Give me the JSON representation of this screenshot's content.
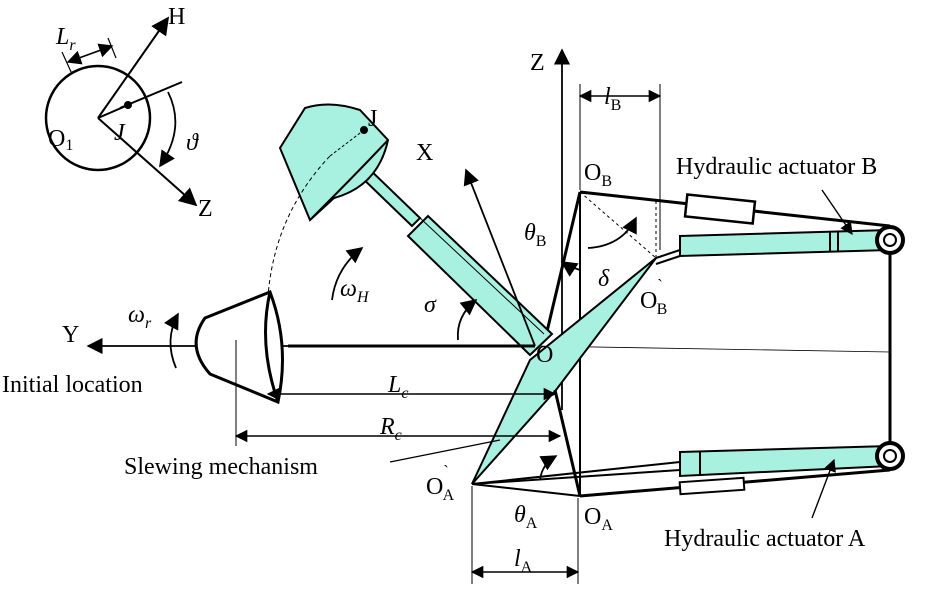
{
  "colors": {
    "stroke": "#000000",
    "fill_cyan": "#a8f0e0",
    "background": "#ffffff"
  },
  "inset": {
    "Lr": "L",
    "Lr_sub": "r",
    "H": "H",
    "O1": "O",
    "O1_sub": "1",
    "J": "J",
    "theta": "ϑ",
    "Z": "Z"
  },
  "labels": {
    "Z": "Z",
    "lB": "l",
    "lB_sub": "B",
    "OB": "O",
    "OB_sub": "B",
    "hydraulic_B": "Hydraulic actuator B",
    "J": "J",
    "X": "X",
    "thetaB": "θ",
    "thetaB_sub": "B",
    "delta": "δ",
    "OBp": "O",
    "OBp_sup": "`",
    "OBp_sub": "B",
    "omegaH": "ω",
    "omegaH_sub": "H",
    "Y": "Y",
    "omegar": "ω",
    "omegar_sub": "r",
    "sigma": "σ",
    "O": "O",
    "initial_location": "Initial location",
    "Lc": "L",
    "Lc_sub": "c",
    "Rc": "R",
    "Rc_sub": "c",
    "slewing": "Slewing mechanism",
    "OAp": "O",
    "OAp_sup": "`",
    "OAp_sub": "A",
    "thetaA": "θ",
    "thetaA_sub": "A",
    "OA": "O",
    "OA_sub": "A",
    "hydraulic_A": "Hydraulic actuator  A",
    "lA": "l",
    "lA_sub": "A"
  }
}
